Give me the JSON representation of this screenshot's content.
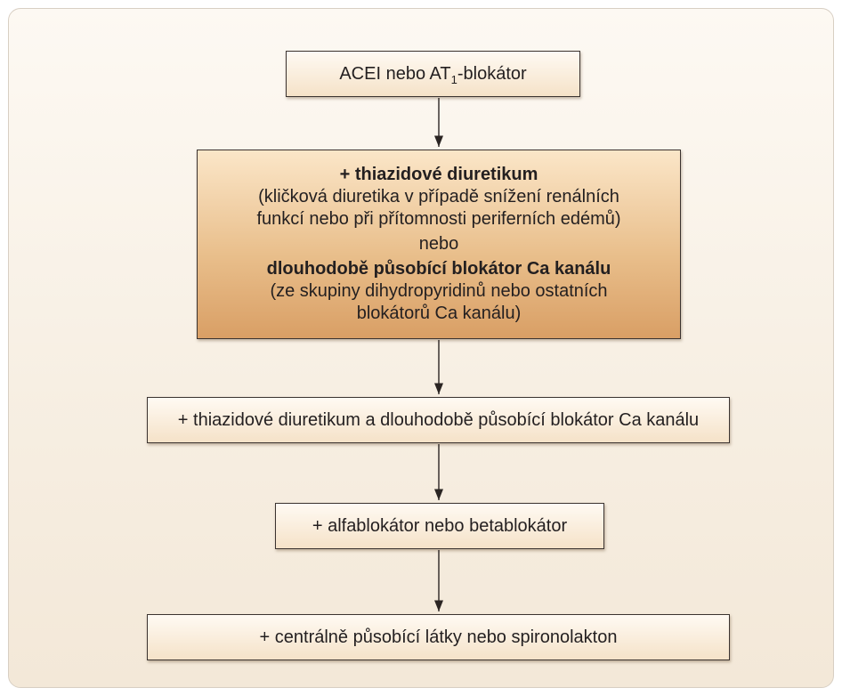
{
  "diagram": {
    "step1": {
      "before": "ACEI nebo AT",
      "subscript": "1",
      "after": "-blokátor"
    },
    "step2": {
      "option_a_title": "+ thiazidové diuretikum",
      "option_a_detail": [
        "(kličková diuretika v případě snížení renálních",
        "funkcí nebo při přítomnosti periferních edémů)"
      ],
      "connector": "nebo",
      "option_b_title": "dlouhodobě působící blokátor Ca kanálu",
      "option_b_detail": [
        "(ze skupiny dihydropyridinů nebo ostatních",
        "blokátorů Ca kanálu)"
      ]
    },
    "step3": "+ thiazidové diuretikum a dlouhodobě působící blokátor Ca kanálu",
    "step4": "+ alfablokátor nebo betablokátor",
    "step5": "+ centrálně působící látky nebo spironolakton"
  }
}
